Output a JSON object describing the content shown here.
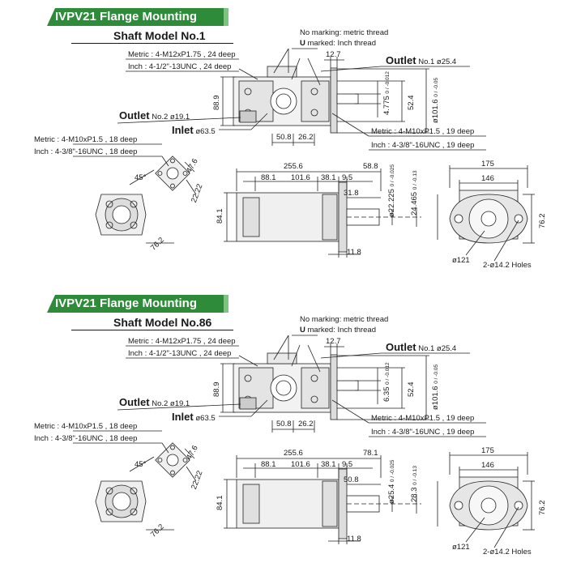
{
  "sections": [
    {
      "title": "IVPV21 Flange Mounting",
      "subtitle": "Shaft Model No.1",
      "thread_note_metric": "No marking: metric thread",
      "thread_note_inch_prefix": "U",
      "thread_note_inch": " marked: Inch thread",
      "top_port_metric": "Metric : 4-M12xP1.75 , 24 deep",
      "top_port_inch": "Inch : 4-1/2\"-13UNC , 24 deep",
      "outlet1_label": "Outlet",
      "outlet1_spec": "No.1 ø25.4",
      "outlet2_label": "Outlet",
      "outlet2_spec": "No.2 ø19.1",
      "inlet_label": "Inlet",
      "inlet_spec": "ø63.5",
      "side_port_metric": "Metric : 4-M10xP1.5 , 19 deep",
      "side_port_inch": "Inch : 4-3/8\"-16UNC , 19 deep",
      "left_port_metric": "Metric : 4-M10xP1.5 , 18 deep",
      "left_port_inch": "Inch : 4-3/8\"-16UNC , 18 deep",
      "dims": {
        "d12_7": "12.7",
        "d88_9": "88.9",
        "d50_8": "50.8",
        "d26_2": "26.2",
        "key": "4.775",
        "key_tol": "0 / -0.012",
        "d52_4": "52.4",
        "d101_6": "ø101.6",
        "d101_6_tol": "0 / -0.05",
        "d47_6": "47.6",
        "d22_22": "22.22",
        "d45": "45°",
        "d76_2a": "76.2",
        "d255_6": "255.6",
        "d58_8": "58.8",
        "d88_1": "88.1",
        "d101_6b": "101.6",
        "d38_1": "38.1",
        "d9_5": "9.5",
        "d31_8": "31.8",
        "shaft_dia": "ø22.225",
        "shaft_tol": "0 / -0.025",
        "shaft_key": "24.465",
        "shaft_key_tol": "0 / -0.13",
        "d84_1": "84.1",
        "d11_8": "11.8",
        "d76_2b": "76.2",
        "d175": "175",
        "d146": "146",
        "d121": "ø121",
        "holes": "2-ø14.2 Holes"
      }
    },
    {
      "title": "IVPV21 Flange Mounting",
      "subtitle": "Shaft Model No.86",
      "thread_note_metric": "No marking: metric thread",
      "thread_note_inch_prefix": "U",
      "thread_note_inch": " marked: Inch thread",
      "top_port_metric": "Metric : 4-M12xP1.75 , 24 deep",
      "top_port_inch": "Inch : 4-1/2\"-13UNC , 24 deep",
      "outlet1_label": "Outlet",
      "outlet1_spec": "No.1 ø25.4",
      "outlet2_label": "Outlet",
      "outlet2_spec": "No.2 ø19.1",
      "inlet_label": "Inlet",
      "inlet_spec": "ø63.5",
      "side_port_metric": "Metric : 4-M10xP1.5 , 19 deep",
      "side_port_inch": "Inch : 4-3/8\"-16UNC , 19 deep",
      "left_port_metric": "Metric : 4-M10xP1.5 , 18 deep",
      "left_port_inch": "Inch : 4-3/8\"-16UNC , 18 deep",
      "dims": {
        "d12_7": "12.7",
        "d88_9": "88.9",
        "d50_8": "50.8",
        "d26_2": "26.2",
        "key": "6.35",
        "key_tol": "0 / -0.012",
        "d52_4": "52.4",
        "d101_6": "ø101.6",
        "d101_6_tol": "0 / -0.05",
        "d47_6": "47.6",
        "d22_22": "22.22",
        "d45": "45°",
        "d76_2a": "76.2",
        "d255_6": "255.6",
        "d58_8": "78.1",
        "d88_1": "88.1",
        "d101_6b": "101.6",
        "d38_1": "38.1",
        "d9_5": "9.5",
        "d31_8": "50.8",
        "shaft_dia": "ø25.4",
        "shaft_tol": "0 / -0.025",
        "shaft_key": "28.3",
        "shaft_key_tol": "0 / -0.13",
        "d84_1": "84.1",
        "d11_8": "11.8",
        "d76_2b": "76.2",
        "d175": "175",
        "d146": "146",
        "d121": "ø121",
        "holes": "2-ø14.2 Holes"
      }
    }
  ]
}
